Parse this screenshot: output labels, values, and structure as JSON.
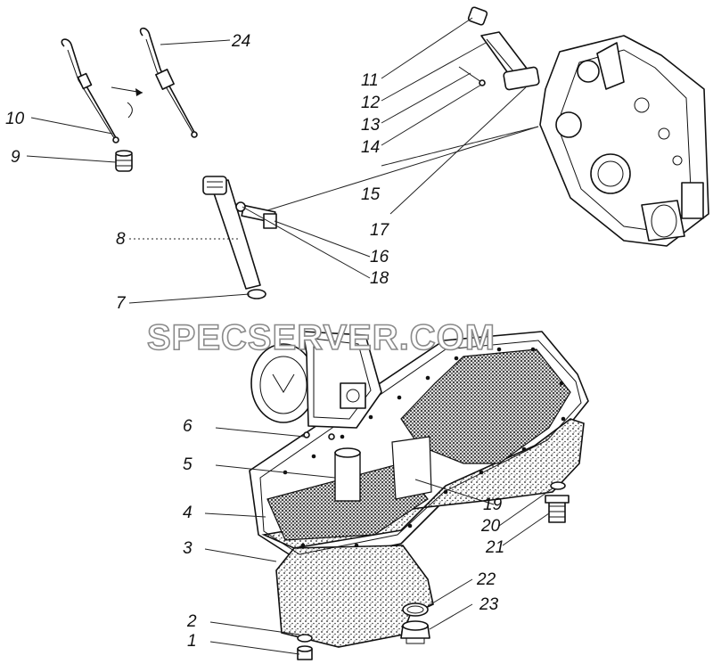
{
  "watermark": "SPECSERVER.COM",
  "callouts": [
    {
      "id": "c1",
      "text": "1"
    },
    {
      "id": "c2",
      "text": "2"
    },
    {
      "id": "c3",
      "text": "3"
    },
    {
      "id": "c4",
      "text": "4"
    },
    {
      "id": "c5",
      "text": "5"
    },
    {
      "id": "c6",
      "text": "6"
    },
    {
      "id": "c7",
      "text": "7"
    },
    {
      "id": "c8",
      "text": "8"
    },
    {
      "id": "c9",
      "text": "9"
    },
    {
      "id": "c10",
      "text": "10"
    },
    {
      "id": "c11",
      "text": "11"
    },
    {
      "id": "c12",
      "text": "12"
    },
    {
      "id": "c13",
      "text": "13"
    },
    {
      "id": "c14",
      "text": "14"
    },
    {
      "id": "c15",
      "text": "15"
    },
    {
      "id": "c16",
      "text": "16"
    },
    {
      "id": "c17",
      "text": "17"
    },
    {
      "id": "c18",
      "text": "18"
    },
    {
      "id": "c19",
      "text": "19"
    },
    {
      "id": "c20",
      "text": "20"
    },
    {
      "id": "c21",
      "text": "21"
    },
    {
      "id": "c22",
      "text": "22"
    },
    {
      "id": "c23",
      "text": "23"
    },
    {
      "id": "c24",
      "text": "24"
    }
  ]
}
